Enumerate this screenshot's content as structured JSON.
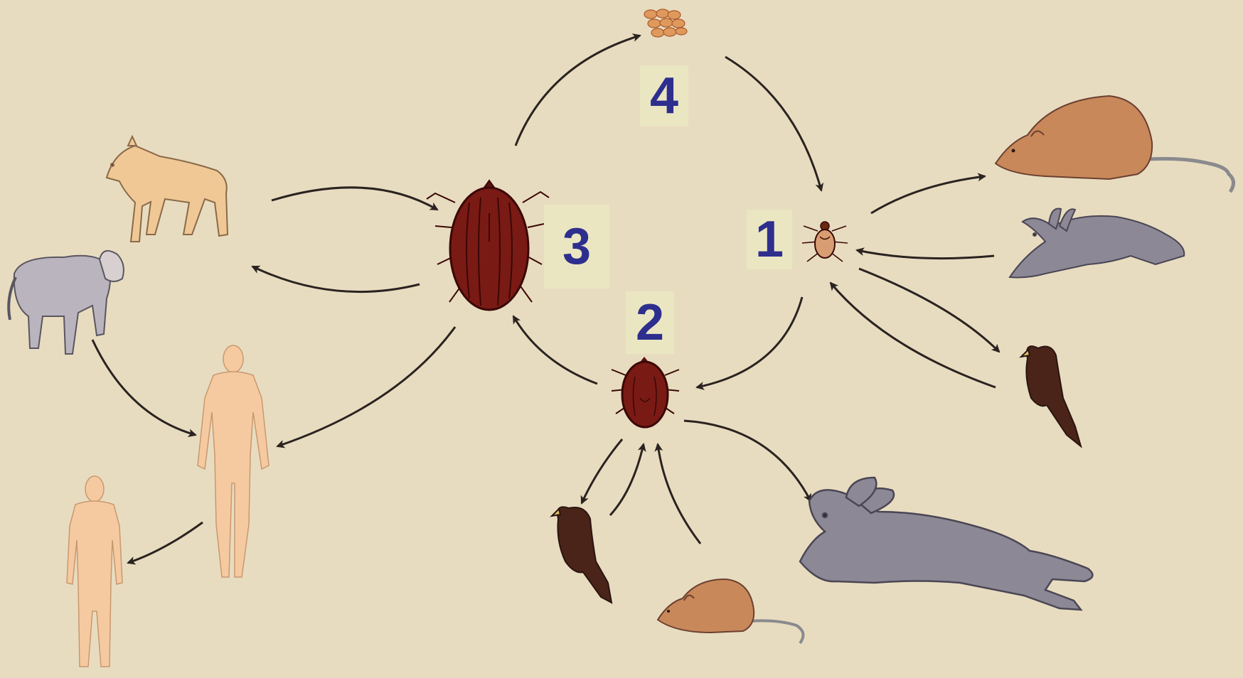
{
  "stage_labels": {
    "stage_1": "1",
    "stage_2": "2",
    "stage_3": "3",
    "stage_4": "4"
  },
  "colors": {
    "background": "#e8dcc0",
    "label_box": "#eae6c2",
    "label_text": "#2e2e8e",
    "tick": "#7a1a14",
    "tick_outline": "#3a0806",
    "arrow": "#2a2320",
    "human": "#f6caa0",
    "calf": "#f0c896",
    "sheep": "#b9b4be",
    "rabbit": "#8c8896",
    "rodent": "#c8885a",
    "bird": "#4a2418"
  },
  "icons": {
    "eggs": "egg-cluster-icon",
    "larva": "tick-larva-icon",
    "nymph": "tick-nymph-icon",
    "adult": "tick-adult-icon"
  }
}
